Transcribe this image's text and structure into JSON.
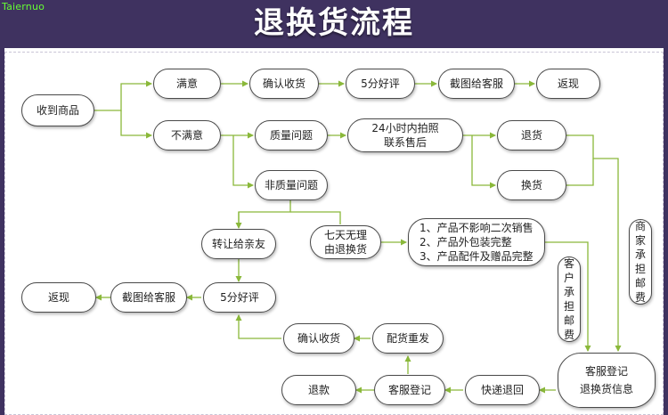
{
  "watermark": "Taiernuo",
  "title": "退换货流程",
  "nodes": {
    "received": "收到商品",
    "satisfied": "满意",
    "confirm_receipt": "确认收货",
    "five_star": "5分好评",
    "screenshot_cs": "截图给客服",
    "cashback": "返现",
    "unsatisfied": "不满意",
    "quality_issue": "质量问题",
    "photo_24h": "24小时内拍照\n联系售后",
    "return": "退货",
    "exchange": "换货",
    "non_quality_issue": "非质量问题",
    "seven_day": "七天无理\n由退换货",
    "conditions": "1、产品不影响二次销售\n2、产品外包装完整\n3、产品配件及赠品完整",
    "transfer_friends": "转让给亲友",
    "five_star_2": "5分好评",
    "screenshot_cs_2": "截图给客服",
    "cashback_2": "返现",
    "confirm_receipt_2": "确认收货",
    "reship": "配货重发",
    "cs_register_info": "客服登记\n退换货信息",
    "express_return": "快递退回",
    "cs_register": "客服登记",
    "refund": "退款",
    "customer_pays_shipping": "客户承担邮费",
    "merchant_pays_shipping": "商家承担邮费"
  },
  "colors": {
    "header": "#3f3260",
    "connector": "#8ab83a",
    "node_border": "#4a4a4a",
    "watermark": "#66ff33"
  }
}
